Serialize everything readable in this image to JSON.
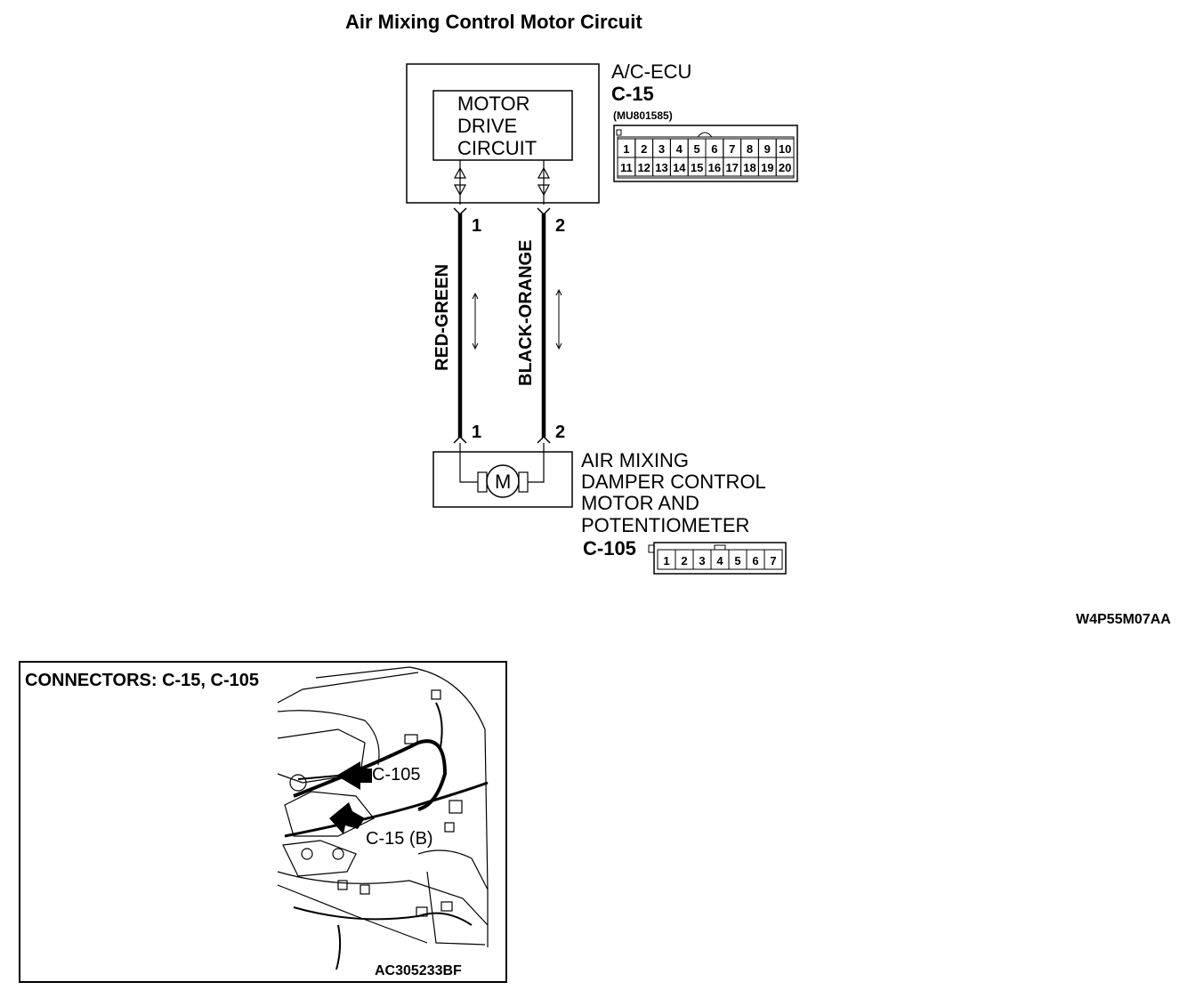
{
  "title": "Air Mixing Control Motor Circuit",
  "ecu": {
    "name": "A/C-ECU",
    "connector": "C-15",
    "part_number": "(MU801585)",
    "inner_lines": [
      "MOTOR",
      "DRIVE",
      "CIRCUIT"
    ],
    "pins_row1": [
      "1",
      "2",
      "3",
      "4",
      "5",
      "6",
      "7",
      "8",
      "9",
      "10"
    ],
    "pins_row2": [
      "11",
      "12",
      "13",
      "14",
      "15",
      "16",
      "17",
      "18",
      "19",
      "20"
    ]
  },
  "wires": [
    {
      "color": "RED-GREEN",
      "top_pin": "1",
      "bottom_pin": "1"
    },
    {
      "color": "BLACK-ORANGE",
      "top_pin": "2",
      "bottom_pin": "2"
    }
  ],
  "motor": {
    "symbol": "M",
    "label_lines": [
      "AIR MIXING",
      "DAMPER CONTROL",
      "MOTOR AND",
      "POTENTIOMETER"
    ],
    "connector": "C-105",
    "pins": [
      "1",
      "2",
      "3",
      "4",
      "5",
      "6",
      "7"
    ]
  },
  "diagram_ref": "W4P55M07AA",
  "inset": {
    "title": "CONNECTORS: C-15, C-105",
    "callout_c105": "C-105",
    "callout_c15": "C-15 (B)",
    "ref": "AC305233BF"
  }
}
